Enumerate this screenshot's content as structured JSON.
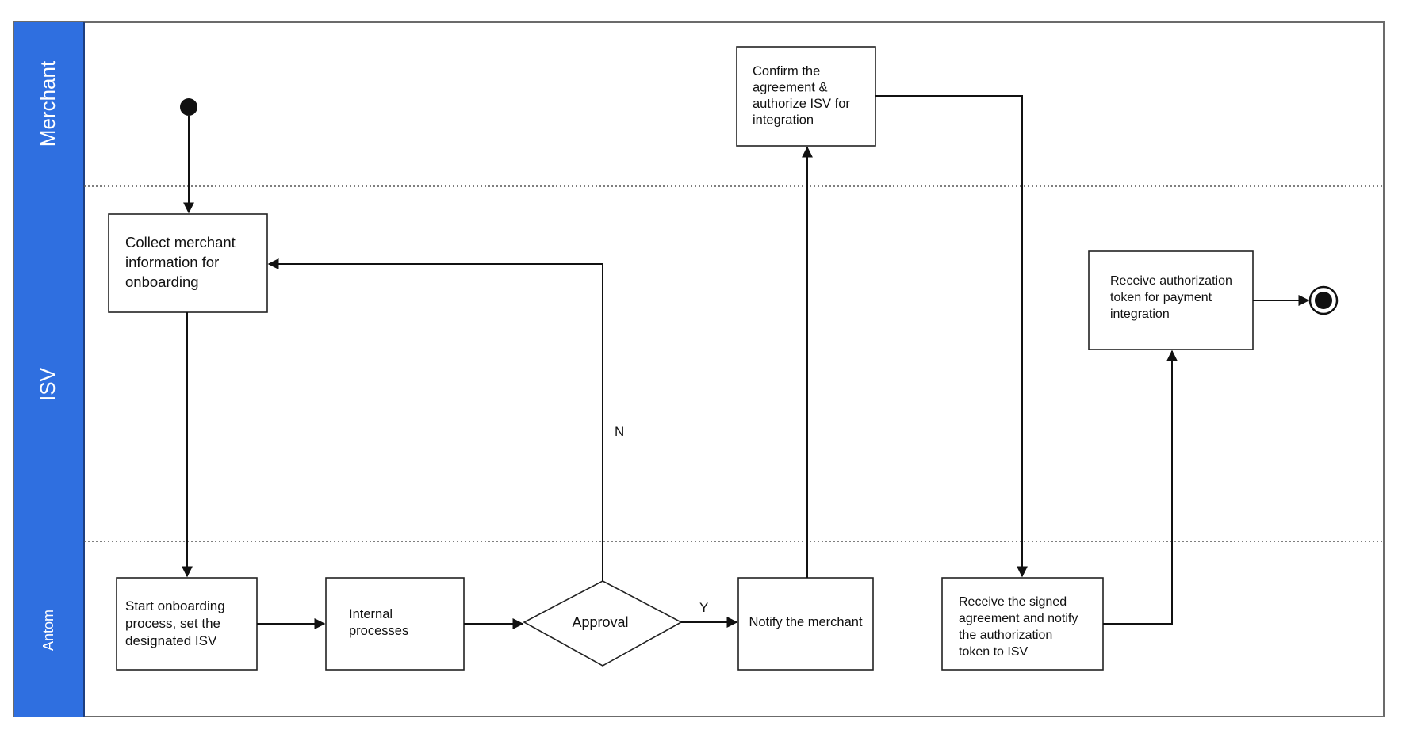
{
  "lanes": [
    {
      "label": "Merchant"
    },
    {
      "label": "ISV"
    },
    {
      "label": "Antom"
    }
  ],
  "nodes": {
    "confirm_agreement": [
      "Confirm the",
      "agreement &",
      "authorize ISV for",
      "integration"
    ],
    "collect_info": [
      "Collect merchant",
      "information for",
      "onboarding"
    ],
    "receive_token": [
      "Receive authorization",
      "token for payment",
      "integration"
    ],
    "start_onboarding": [
      "Start onboarding",
      "process, set the",
      "designated ISV"
    ],
    "internal_processes": [
      "Internal",
      "processes"
    ],
    "approval": "Approval",
    "notify_merchant": "Notify the merchant",
    "receive_signed": [
      "Receive the signed",
      "agreement and notify",
      "the authorization",
      "token to ISV"
    ]
  },
  "edge_labels": {
    "no": "N",
    "yes": "Y"
  },
  "colors": {
    "lane_header": "#2f6fe0",
    "frame": "#6b6b6b"
  }
}
